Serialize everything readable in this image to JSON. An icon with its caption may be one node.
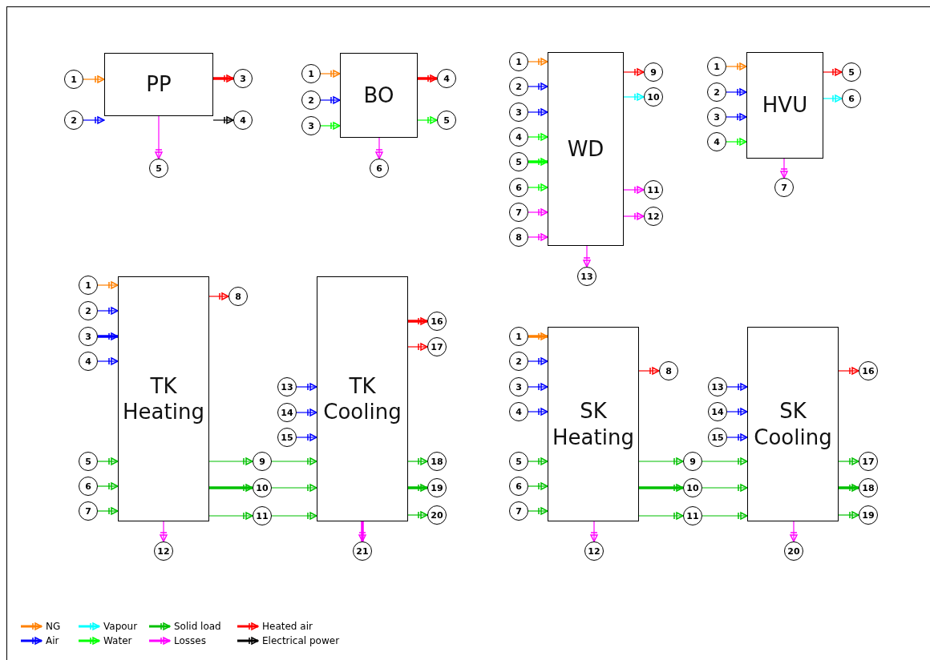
{
  "diagram": {
    "nodes": [
      {
        "text": [
          "PP"
        ]
      },
      {
        "text": [
          "1"
        ]
      },
      {
        "text": [
          "2"
        ]
      },
      {
        "text": [
          "3"
        ]
      },
      {
        "text": [
          "4"
        ]
      },
      {
        "text": [
          "5"
        ]
      },
      {
        "text": [
          "BO"
        ]
      },
      {
        "text": [
          "1"
        ]
      },
      {
        "text": [
          "2"
        ]
      },
      {
        "text": [
          "3"
        ]
      },
      {
        "text": [
          "4"
        ]
      },
      {
        "text": [
          "5"
        ]
      },
      {
        "text": [
          "6"
        ]
      },
      {
        "text": [
          "WD"
        ]
      },
      {
        "text": [
          "1"
        ]
      },
      {
        "text": [
          "2"
        ]
      },
      {
        "text": [
          "3"
        ]
      },
      {
        "text": [
          "4"
        ]
      },
      {
        "text": [
          "5"
        ]
      },
      {
        "text": [
          "6"
        ]
      },
      {
        "text": [
          "7"
        ]
      },
      {
        "text": [
          "8"
        ]
      },
      {
        "text": [
          "9"
        ]
      },
      {
        "text": [
          "10"
        ]
      },
      {
        "text": [
          "11"
        ]
      },
      {
        "text": [
          "12"
        ]
      },
      {
        "text": [
          "13"
        ]
      },
      {
        "text": [
          "HVU"
        ]
      },
      {
        "text": [
          "1"
        ]
      },
      {
        "text": [
          "2"
        ]
      },
      {
        "text": [
          "3"
        ]
      },
      {
        "text": [
          "4"
        ]
      },
      {
        "text": [
          "5"
        ]
      },
      {
        "text": [
          "6"
        ]
      },
      {
        "text": [
          "7"
        ]
      },
      {
        "text": [
          "TK Heating"
        ]
      },
      {
        "text": [
          "1"
        ]
      },
      {
        "text": [
          "2"
        ]
      },
      {
        "text": [
          "3"
        ]
      },
      {
        "text": [
          "4"
        ]
      },
      {
        "text": [
          "5"
        ]
      },
      {
        "text": [
          "6"
        ]
      },
      {
        "text": [
          "7"
        ]
      },
      {
        "text": [
          "8"
        ]
      },
      {
        "text": [
          "9"
        ]
      },
      {
        "text": [
          "10"
        ]
      },
      {
        "text": [
          "11"
        ]
      },
      {
        "text": [
          "12"
        ]
      },
      {
        "text": [
          "TK Cooling"
        ]
      },
      {
        "text": [
          "13"
        ]
      },
      {
        "text": [
          "14"
        ]
      },
      {
        "text": [
          "15"
        ]
      },
      {
        "text": [
          "16"
        ]
      },
      {
        "text": [
          "17"
        ]
      },
      {
        "text": [
          "18"
        ]
      },
      {
        "text": [
          "19"
        ]
      },
      {
        "text": [
          "20"
        ]
      },
      {
        "text": [
          "21"
        ]
      },
      {
        "text": [
          "SK Heating"
        ]
      },
      {
        "text": [
          "1"
        ]
      },
      {
        "text": [
          "2"
        ]
      },
      {
        "text": [
          "3"
        ]
      },
      {
        "text": [
          "4"
        ]
      },
      {
        "text": [
          "5"
        ]
      },
      {
        "text": [
          "6"
        ]
      },
      {
        "text": [
          "7"
        ]
      },
      {
        "text": [
          "8"
        ]
      },
      {
        "text": [
          "9"
        ]
      },
      {
        "text": [
          "10"
        ]
      },
      {
        "text": [
          "11"
        ]
      },
      {
        "text": [
          "12"
        ]
      },
      {
        "text": [
          "SK Cooling"
        ]
      },
      {
        "text": [
          "13"
        ]
      },
      {
        "text": [
          "14"
        ]
      },
      {
        "text": [
          "15"
        ]
      },
      {
        "text": [
          "16"
        ]
      },
      {
        "text": [
          "17"
        ]
      },
      {
        "text": [
          "18"
        ]
      },
      {
        "text": [
          "19"
        ]
      },
      {
        "text": [
          "20"
        ]
      }
    ],
    "edges": [
      {
        "from": 1,
        "to": 0,
        "arrow": "to",
        "color": "#ff8000"
      },
      {
        "from": 2,
        "to": 0,
        "arrow": "to",
        "color": "#0000ff"
      },
      {
        "from": 0,
        "to": 3,
        "arrow": "to",
        "color": "#ff0000",
        "style": "thick"
      },
      {
        "from": 0,
        "to": 4,
        "arrow": "to",
        "color": "#000000"
      },
      {
        "from": 0,
        "to": 5,
        "arrow": "to",
        "color": "#ff00ff"
      },
      {
        "from": 7,
        "to": 6,
        "arrow": "to",
        "color": "#ff8000"
      },
      {
        "from": 8,
        "to": 6,
        "arrow": "to",
        "color": "#0000ff"
      },
      {
        "from": 9,
        "to": 6,
        "arrow": "to",
        "color": "#00ff00"
      },
      {
        "from": 6,
        "to": 10,
        "arrow": "to",
        "color": "#ff0000",
        "style": "thick"
      },
      {
        "from": 6,
        "to": 11,
        "arrow": "to",
        "color": "#00ff00"
      },
      {
        "from": 6,
        "to": 12,
        "arrow": "to",
        "color": "#ff00ff"
      },
      {
        "from": 14,
        "to": 13,
        "arrow": "to",
        "color": "#ff8000"
      },
      {
        "from": 15,
        "to": 13,
        "arrow": "to",
        "color": "#0000ff"
      },
      {
        "from": 16,
        "to": 13,
        "arrow": "to",
        "color": "#0000ff"
      },
      {
        "from": 17,
        "to": 13,
        "arrow": "to",
        "color": "#00ff00"
      },
      {
        "from": 18,
        "to": 13,
        "arrow": "to",
        "color": "#00ff00",
        "style": "thick"
      },
      {
        "from": 19,
        "to": 13,
        "arrow": "to",
        "color": "#00ff00"
      },
      {
        "from": 20,
        "to": 13,
        "arrow": "to",
        "color": "#ff00ff"
      },
      {
        "from": 21,
        "to": 13,
        "arrow": "to",
        "color": "#ff00ff"
      },
      {
        "from": 13,
        "to": 22,
        "arrow": "to",
        "color": "#ff0000"
      },
      {
        "from": 13,
        "to": 23,
        "arrow": "to",
        "color": "#00ffff"
      },
      {
        "from": 13,
        "to": 24,
        "arrow": "to",
        "color": "#ff00ff"
      },
      {
        "from": 13,
        "to": 25,
        "arrow": "to",
        "color": "#ff00ff"
      },
      {
        "from": 13,
        "to": 26,
        "arrow": "to",
        "color": "#ff00ff"
      },
      {
        "from": 28,
        "to": 27,
        "arrow": "to",
        "color": "#ff8000"
      },
      {
        "from": 29,
        "to": 27,
        "arrow": "to",
        "color": "#0000ff"
      },
      {
        "from": 30,
        "to": 27,
        "arrow": "to",
        "color": "#0000ff"
      },
      {
        "from": 31,
        "to": 27,
        "arrow": "to",
        "color": "#00ff00"
      },
      {
        "from": 27,
        "to": 32,
        "arrow": "to",
        "color": "#ff0000"
      },
      {
        "from": 27,
        "to": 33,
        "arrow": "to",
        "color": "#00ffff"
      },
      {
        "from": 27,
        "to": 34,
        "arrow": "to",
        "color": "#ff00ff"
      },
      {
        "from": 36,
        "to": 35,
        "arrow": "to",
        "color": "#ff8000"
      },
      {
        "from": 37,
        "to": 35,
        "arrow": "to",
        "color": "#0000ff"
      },
      {
        "from": 38,
        "to": 35,
        "arrow": "to",
        "color": "#0000ff",
        "style": "thick"
      },
      {
        "from": 39,
        "to": 35,
        "arrow": "to",
        "color": "#0000ff"
      },
      {
        "from": 40,
        "to": 35,
        "arrow": "to",
        "color": "#00c000"
      },
      {
        "from": 41,
        "to": 35,
        "arrow": "to",
        "color": "#00c000"
      },
      {
        "from": 42,
        "to": 35,
        "arrow": "to",
        "color": "#00c000"
      },
      {
        "from": 35,
        "to": 43,
        "arrow": "to",
        "color": "#ff0000"
      },
      {
        "from": 35,
        "to": 44,
        "arrow": "to",
        "color": "#00c000"
      },
      {
        "from": 35,
        "to": 45,
        "arrow": "to",
        "color": "#00c000",
        "style": "thick"
      },
      {
        "from": 35,
        "to": 46,
        "arrow": "to",
        "color": "#00c000"
      },
      {
        "from": 35,
        "to": 47,
        "arrow": "to",
        "color": "#ff00ff"
      },
      {
        "from": 44,
        "to": 48,
        "arrow": "to",
        "color": "#00c000"
      },
      {
        "from": 45,
        "to": 48,
        "arrow": "to",
        "color": "#00c000"
      },
      {
        "from": 46,
        "to": 48,
        "arrow": "to",
        "color": "#00c000"
      },
      {
        "from": 49,
        "to": 48,
        "arrow": "to",
        "color": "#0000ff"
      },
      {
        "from": 50,
        "to": 48,
        "arrow": "to",
        "color": "#0000ff"
      },
      {
        "from": 51,
        "to": 48,
        "arrow": "to",
        "color": "#0000ff"
      },
      {
        "from": 48,
        "to": 52,
        "arrow": "to",
        "color": "#ff0000",
        "style": "thick"
      },
      {
        "from": 48,
        "to": 53,
        "arrow": "to",
        "color": "#ff0000"
      },
      {
        "from": 48,
        "to": 54,
        "arrow": "to",
        "color": "#00c000"
      },
      {
        "from": 48,
        "to": 55,
        "arrow": "to",
        "color": "#00c000",
        "style": "thick"
      },
      {
        "from": 48,
        "to": 56,
        "arrow": "to",
        "color": "#00c000"
      },
      {
        "from": 48,
        "to": 57,
        "arrow": "to",
        "color": "#ff00ff",
        "style": "thick"
      },
      {
        "from": 59,
        "to": 58,
        "arrow": "to",
        "color": "#ff8000",
        "style": "thick"
      },
      {
        "from": 60,
        "to": 58,
        "arrow": "to",
        "color": "#0000ff"
      },
      {
        "from": 61,
        "to": 58,
        "arrow": "to",
        "color": "#0000ff"
      },
      {
        "from": 62,
        "to": 58,
        "arrow": "to",
        "color": "#0000ff"
      },
      {
        "from": 63,
        "to": 58,
        "arrow": "to",
        "color": "#00c000"
      },
      {
        "from": 64,
        "to": 58,
        "arrow": "to",
        "color": "#00c000"
      },
      {
        "from": 65,
        "to": 58,
        "arrow": "to",
        "color": "#00c000"
      },
      {
        "from": 58,
        "to": 66,
        "arrow": "to",
        "color": "#ff0000"
      },
      {
        "from": 58,
        "to": 67,
        "arrow": "to",
        "color": "#00c000"
      },
      {
        "from": 58,
        "to": 68,
        "arrow": "to",
        "color": "#00c000",
        "style": "thick"
      },
      {
        "from": 58,
        "to": 69,
        "arrow": "to",
        "color": "#00c000"
      },
      {
        "from": 58,
        "to": 70,
        "arrow": "to",
        "color": "#ff00ff"
      },
      {
        "from": 67,
        "to": 71,
        "arrow": "to",
        "color": "#00c000"
      },
      {
        "from": 68,
        "to": 71,
        "arrow": "to",
        "color": "#00c000"
      },
      {
        "from": 69,
        "to": 71,
        "arrow": "to",
        "color": "#00c000"
      },
      {
        "from": 72,
        "to": 71,
        "arrow": "to",
        "color": "#0000ff"
      },
      {
        "from": 73,
        "to": 71,
        "arrow": "to",
        "color": "#0000ff"
      },
      {
        "from": 74,
        "to": 71,
        "arrow": "to",
        "color": "#0000ff"
      },
      {
        "from": 71,
        "to": 75,
        "arrow": "to",
        "color": "#ff0000"
      },
      {
        "from": 71,
        "to": 76,
        "arrow": "to",
        "color": "#00c000"
      },
      {
        "from": 71,
        "to": 77,
        "arrow": "to",
        "color": "#00c000",
        "style": "thick"
      },
      {
        "from": 71,
        "to": 78,
        "arrow": "to",
        "color": "#00c000"
      },
      {
        "from": 71,
        "to": 79,
        "arrow": "to",
        "color": "#ff00ff"
      }
    ],
    "legend": [
      {
        "text": "NG",
        "color": "#ff8000"
      },
      {
        "text": "Vapour",
        "color": "#00ffff"
      },
      {
        "text": "Solid load",
        "color": "#00c000"
      },
      {
        "text": "Heated air",
        "color": "#ff0000"
      },
      {
        "text": "Air",
        "color": "#0000ff"
      },
      {
        "text": "Water",
        "color": "#00ff00"
      },
      {
        "text": "Losses",
        "color": "#ff00ff"
      },
      {
        "text": "Electrical power",
        "color": "#000000"
      }
    ]
  }
}
